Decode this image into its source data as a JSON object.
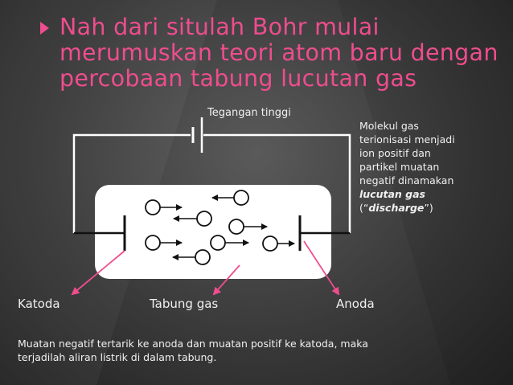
{
  "slide": {
    "title_lines": [
      "Nah dari situlah Bohr mulai",
      "merumuskan teori atom baru dengan",
      "percobaan tabung lucutan gas"
    ]
  },
  "diagram": {
    "voltage_label": "Tegangan tinggi",
    "cathode_label": "Katoda",
    "tube_label": "Tabung gas",
    "anode_label": "Anoda"
  },
  "note": {
    "lines": [
      "Molekul gas",
      "terionisasi menjadi",
      "ion positif dan",
      "partikel muatan",
      "negatif dinamakan"
    ],
    "emphasis": "lucutan gas",
    "open_paren": "(“",
    "discharge": "discharge",
    "close_paren": "”)"
  },
  "footer": {
    "lines": [
      "Muatan negatif tertarik ke anoda dan muatan positif ke katoda, maka",
      "terjadilah aliran listrik di dalam tabung."
    ]
  },
  "colors": {
    "accent": "#ee4d8e",
    "text": "#f0f0f0",
    "wire": "#ffffff",
    "tube_fill": "#ffffff",
    "ink": "#111111"
  }
}
